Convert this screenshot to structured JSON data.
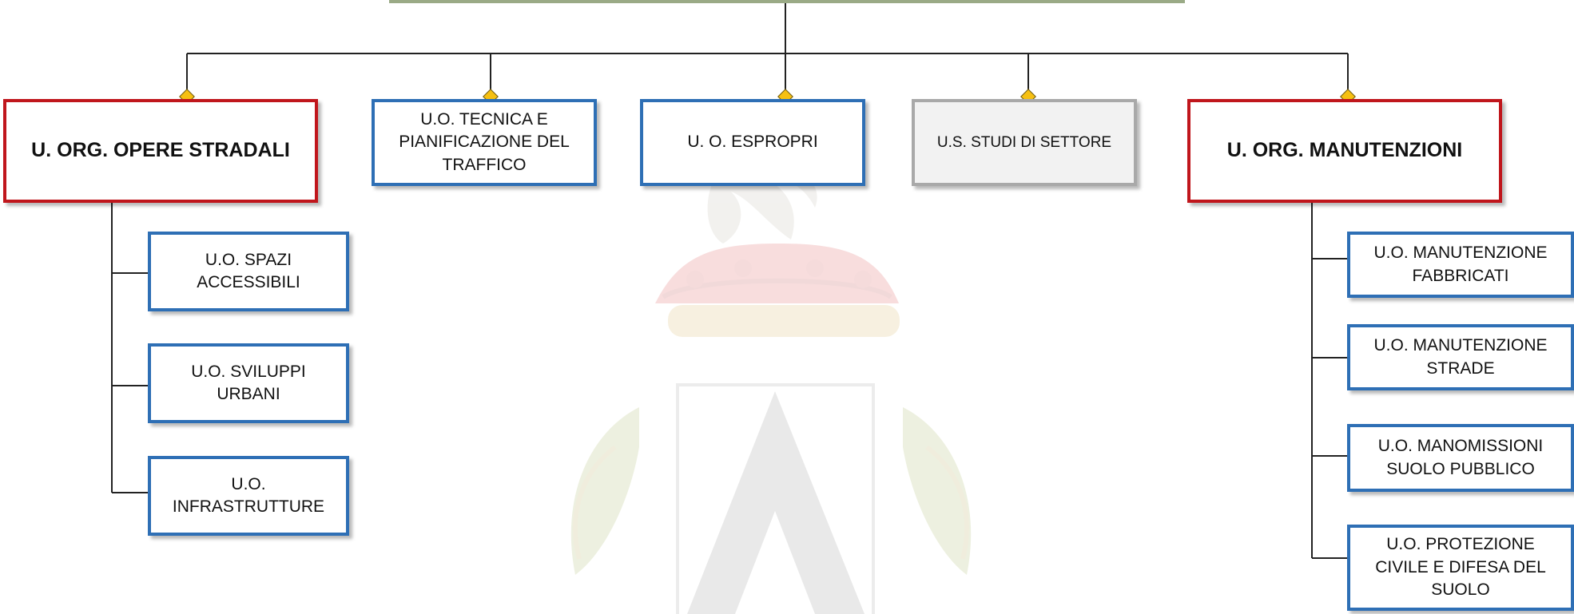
{
  "org_chart": {
    "units": [
      {
        "id": "opere-stradali",
        "label": "U. ORG. OPERE STRADALI",
        "style": "red"
      },
      {
        "id": "tecnica-pianificazione",
        "label": "U.O. TECNICA  E PIANIFICAZIONE DEL TRAFFICO",
        "style": "blue"
      },
      {
        "id": "espropri",
        "label": "U. O. ESPROPRI",
        "style": "blue"
      },
      {
        "id": "studi-settore",
        "label": "U.S. STUDI DI SETTORE",
        "style": "gray"
      },
      {
        "id": "manutenzioni",
        "label": "U. ORG. MANUTENZIONI",
        "style": "red"
      }
    ],
    "opere_stradali_children": [
      {
        "id": "spazi-accessibili",
        "label": "U.O. SPAZI ACCESSIBILI"
      },
      {
        "id": "sviluppi-urbani",
        "label": "U.O. SVILUPPI URBANI"
      },
      {
        "id": "infrastrutture",
        "label": "U.O. INFRASTRUTTURE"
      }
    ],
    "manutenzioni_children": [
      {
        "id": "manutenzione-fabbricati",
        "label": "U.O. MANUTENZIONE FABBRICATI"
      },
      {
        "id": "manutenzione-strade",
        "label": "U.O. MANUTENZIONE STRADE"
      },
      {
        "id": "manomissioni-suolo",
        "label": "U.O. MANOMISSIONI SUOLO PUBBLICO"
      },
      {
        "id": "protezione-civile",
        "label": "U.O. PROTEZIONE CIVILE E DIFESA DEL SUOLO"
      }
    ]
  },
  "colors": {
    "primary_border": "#c0161c",
    "secondary_border": "#2e6fb5",
    "staff_border": "#a9a9a9",
    "connector_marker": "#f6c012",
    "top_bar": "#9aaa86"
  }
}
